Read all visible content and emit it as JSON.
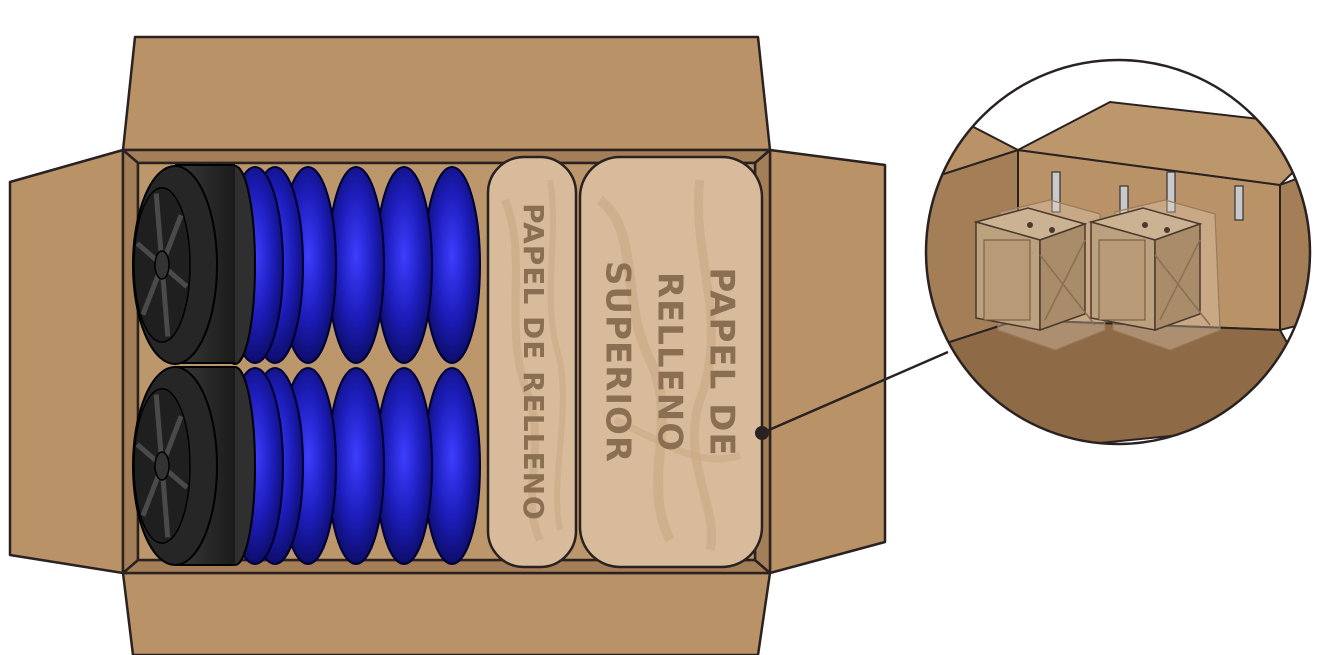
{
  "labels": {
    "filler_paper": "PAPEL DE RELLENO",
    "top_filler_line1": "PAPEL DE",
    "top_filler_line2": "RELLENO",
    "top_filler_line3": "SUPERIOR"
  },
  "colors": {
    "cardboard": "#b99268",
    "cardboard_dark": "#8e6a47",
    "outline": "#2a2220",
    "paper": "#d7bb9b",
    "paper_text": "#8a6f52",
    "air_spring": "#1a1aa0",
    "wheel": "#252525"
  }
}
